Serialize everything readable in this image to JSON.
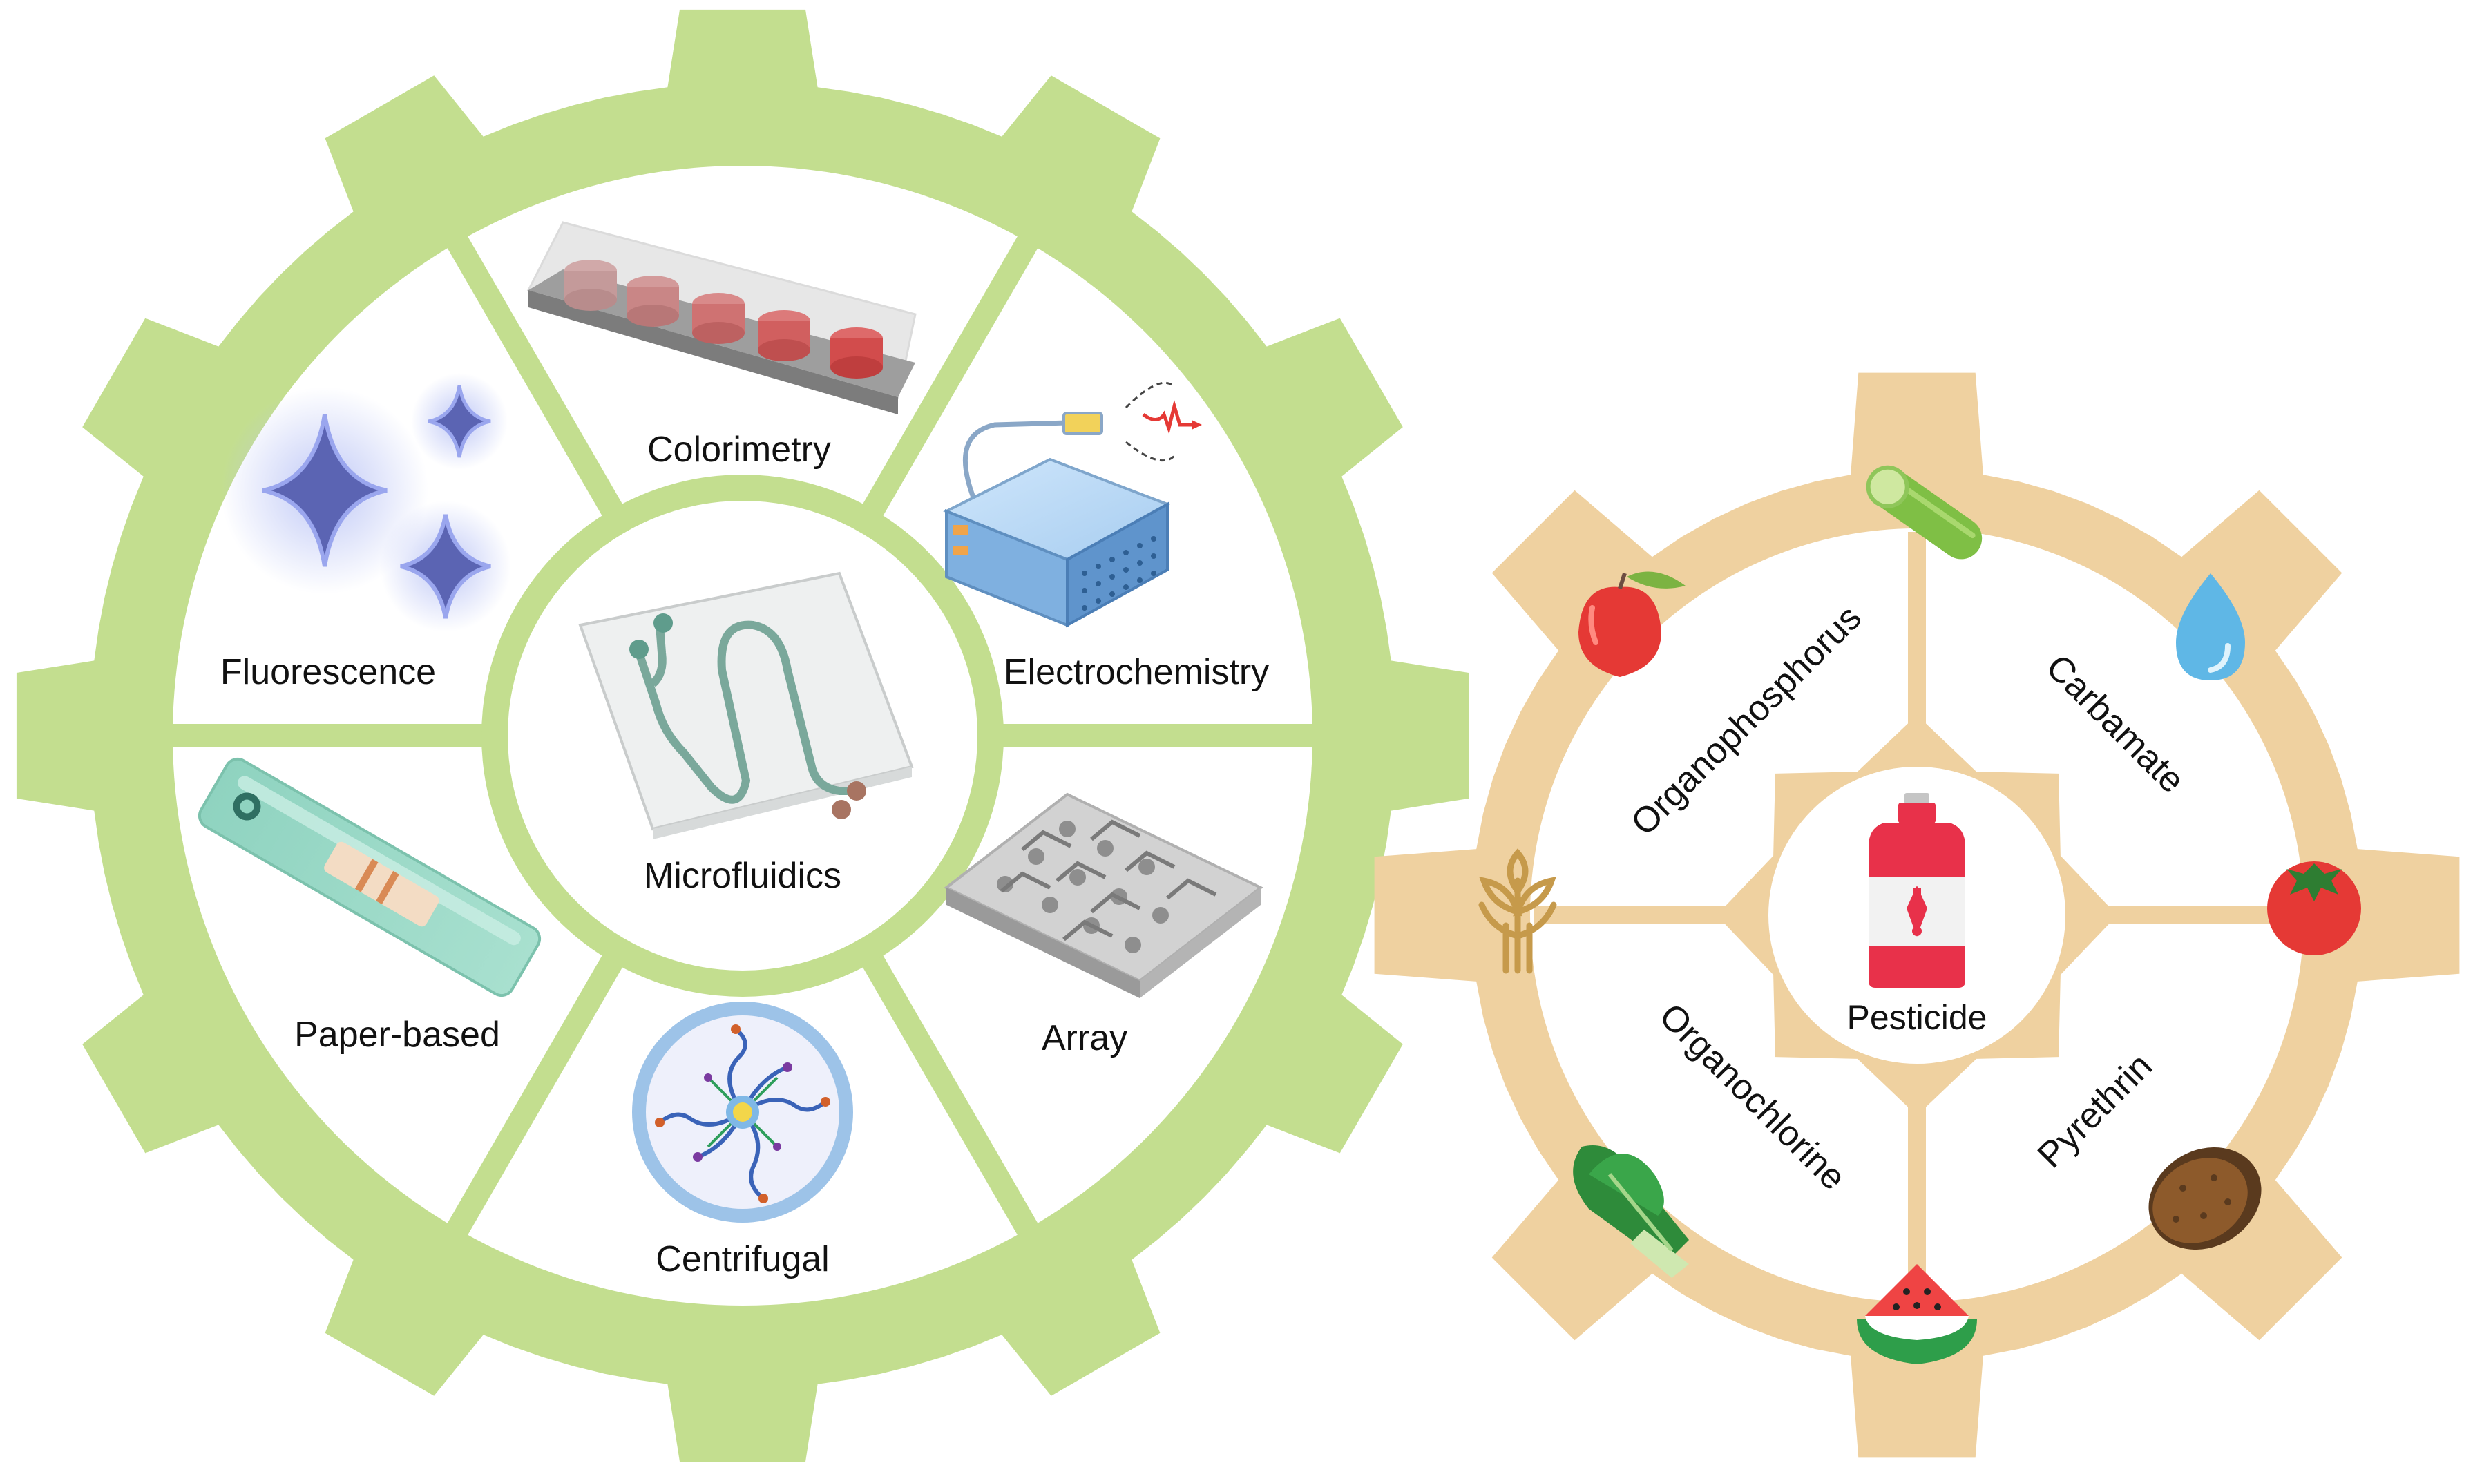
{
  "palette": {
    "green_gear": "#c3de8f",
    "tan_gear": "#efd1a0",
    "white": "#ffffff"
  },
  "detection_gear": {
    "center_label": "Microfluidics",
    "methods": [
      {
        "label": "Colorimetry",
        "icon": "cuvette-array-icon"
      },
      {
        "label": "Electrochemistry",
        "icon": "electrochemical-workstation-icon"
      },
      {
        "label": "Array",
        "icon": "microwell-array-chip-icon"
      },
      {
        "label": "Centrifugal",
        "icon": "centrifugal-disc-icon"
      },
      {
        "label": "Paper-based",
        "icon": "paper-test-strip-icon"
      },
      {
        "label": "Fluorescence",
        "icon": "sparkle-stars-icon"
      }
    ]
  },
  "pesticide_gear": {
    "center_label": "Pesticide",
    "center_icon": "pesticide-spray-bottle-icon",
    "classes": [
      {
        "label": "Organophosphorus"
      },
      {
        "label": "Carbamate"
      },
      {
        "label": "Pyrethrin"
      },
      {
        "label": "Organochlorine"
      }
    ],
    "samples": [
      {
        "icon": "cucumber-icon"
      },
      {
        "icon": "water-drop-icon"
      },
      {
        "icon": "tomato-icon"
      },
      {
        "icon": "potato-icon"
      },
      {
        "icon": "watermelon-slice-icon"
      },
      {
        "icon": "bok-choy-icon"
      },
      {
        "icon": "wheat-icon"
      },
      {
        "icon": "apple-icon"
      }
    ]
  }
}
